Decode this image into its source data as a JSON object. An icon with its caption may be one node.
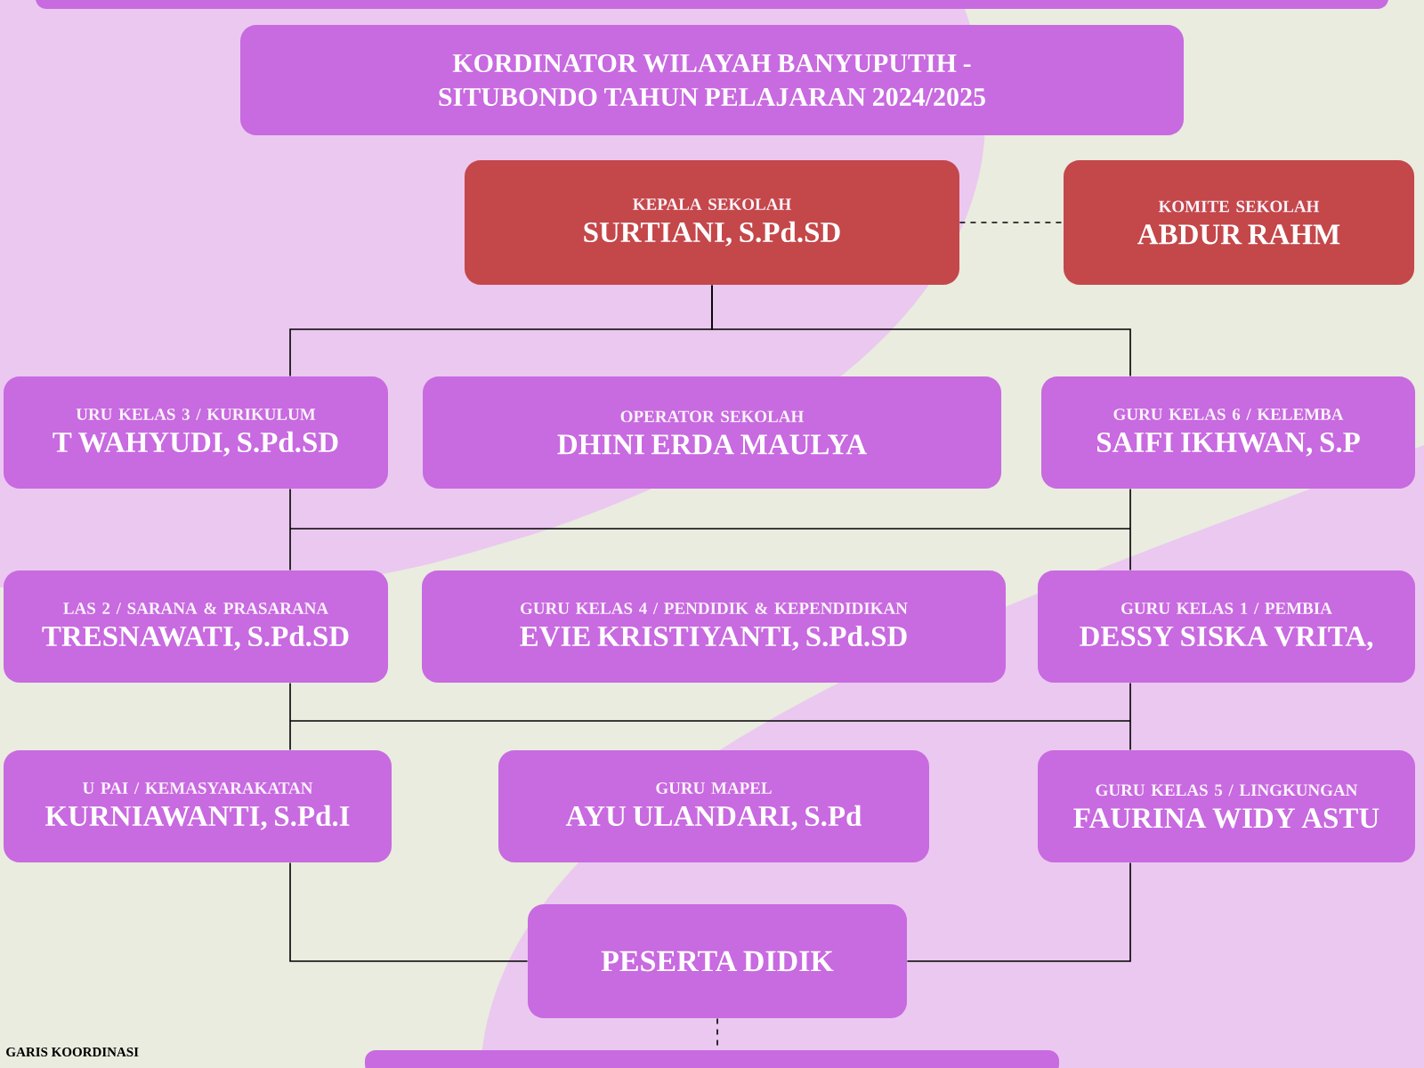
{
  "diagram": {
    "nodes": [
      {
        "text": [],
        "shape": "box"
      },
      {
        "text": [
          "KORDINATOR WILAYAH BANYUPUTIH - SITUBONDO TAHUN PELAJARAN 2024/2025"
        ]
      },
      {
        "text": [
          "KEPALA SEKOLAH",
          "SURTIANI, S.Pd.SD"
        ]
      },
      {
        "text": [
          "KOMITE SEKOLAH",
          "ABDUR RAHM"
        ]
      },
      {
        "text": [
          "URU KELAS 3 / KURIKULUM",
          "T WAHYUDI, S.Pd.SD"
        ]
      },
      {
        "text": [
          "OPERATOR SEKOLAH",
          "DHINI ERDA MAULYA"
        ]
      },
      {
        "text": [
          "GURU KELAS 6 / KELEMBA",
          "SAIFI IKHWAN, S.P"
        ]
      },
      {
        "text": [
          "LAS 2 / SARANA & PRASARANA",
          "TRESNAWATI, S.Pd.SD"
        ]
      },
      {
        "text": [
          "GURU KELAS 4 / PENDIDIK & KEPENDIDIKAN",
          "EVIE KRISTIYANTI, S.Pd.SD"
        ]
      },
      {
        "text": [
          "GURU KELAS 1 / PEMBIA",
          "DESSY SISKA VRITA,"
        ]
      },
      {
        "text": [
          "U PAI / KEMASYARAKATAN",
          "KURNIAWANTI, S.Pd.I"
        ]
      },
      {
        "text": [
          "GURU MAPEL",
          "AYU ULANDARI, S.Pd"
        ]
      },
      {
        "text": [
          "GURU KELAS 5 / LINGKUNGAN",
          "FAURINA WIDY ASTU"
        ]
      },
      {
        "text": [
          "PESERTA DIDIK"
        ]
      },
      {
        "text": [],
        "shape": "box"
      }
    ],
    "edges": [
      {
        "from": 2,
        "to": 3,
        "arrow": "none",
        "style": "dashed"
      },
      {
        "from": 2,
        "to": 4,
        "arrow": "none"
      },
      {
        "from": 2,
        "to": 6,
        "arrow": "none"
      },
      {
        "from": 4,
        "to": 7,
        "arrow": "none"
      },
      {
        "from": 7,
        "to": 10,
        "arrow": "none"
      },
      {
        "from": 10,
        "to": 13,
        "arrow": "none"
      },
      {
        "from": 6,
        "to": 9,
        "arrow": "none"
      },
      {
        "from": 9,
        "to": 12,
        "arrow": "none"
      },
      {
        "from": 12,
        "to": 13,
        "arrow": "none"
      },
      {
        "from": 13,
        "to": 14,
        "arrow": "none",
        "style": "dashed"
      }
    ],
    "labels": [
      "GARIS KOORDINASI"
    ]
  }
}
